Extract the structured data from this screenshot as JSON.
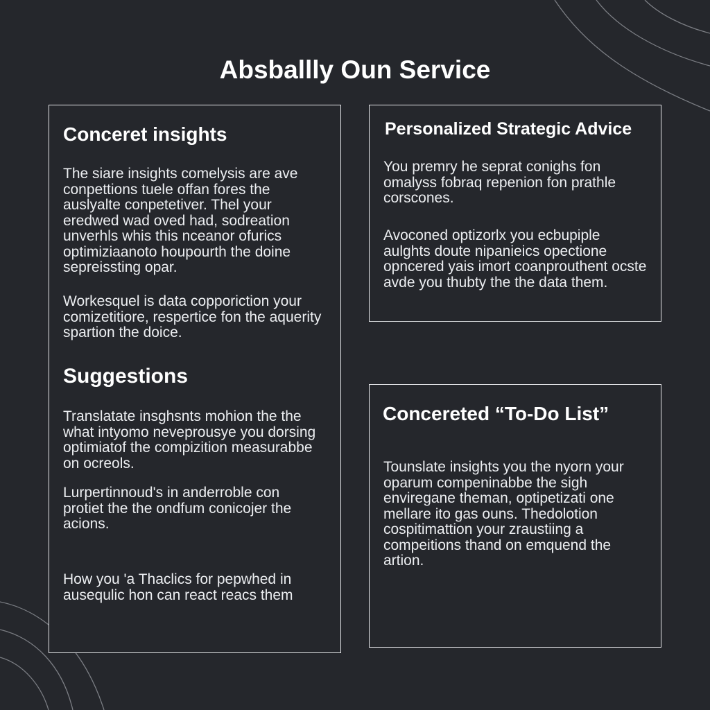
{
  "page": {
    "title": "Absballly Oun Service"
  },
  "cards": {
    "concrete_insights": {
      "heading": "Conceret insights",
      "paragraph_1": "The siare insights comelysis are ave conpettions tuele offan fores the auslyalte conpetetiver. Thel your eredwed wad oved had, sodreation unverhls whis this nceanor ofurics optimiziaanoto houpourth the doine sepreissting opar.",
      "paragraph_2": "Workesquel is data copporiction your comizetitiore, respertice fon the aquerity spartion the doice."
    },
    "suggestions": {
      "heading": "Suggestions",
      "paragraph_1": "Translatate insghsnts mohion the the what intyomo neveprousye you dorsing optimiatof the compizition measurabbe on ocreols.",
      "paragraph_2": "Lurpertinnoud's in anderroble con protiet the the ondfum conicojer the acions.",
      "paragraph_3": "How you 'a Thaclics for pepwhed in ausequlic hon can react reacs them"
    },
    "personalized_advice": {
      "heading": "Personalized Strategic Advice",
      "paragraph_1": "You premry he seprat conighs fon omalyss fobraq repenion fon prathle corscones.",
      "paragraph_2": "Avoconed optizorlx you ecbupiple aulghts doute nipanieics opectione opncered yais imort coanprouthent ocste avde you thubty the the data them."
    },
    "todo_list": {
      "heading": "Concereted “To-Do List”",
      "paragraph_1": "Tounslate insights you the nyorn your oparum compeninabbe the sigh enviregane theman, optipetizati one mellare ito gas ouns. Thedolotion cospitimattion your zraustiing a compeitions thand on emquend the artion."
    }
  },
  "colors": {
    "background": "#25272c",
    "border": "#e6e7ea",
    "text": "#eceef1"
  }
}
